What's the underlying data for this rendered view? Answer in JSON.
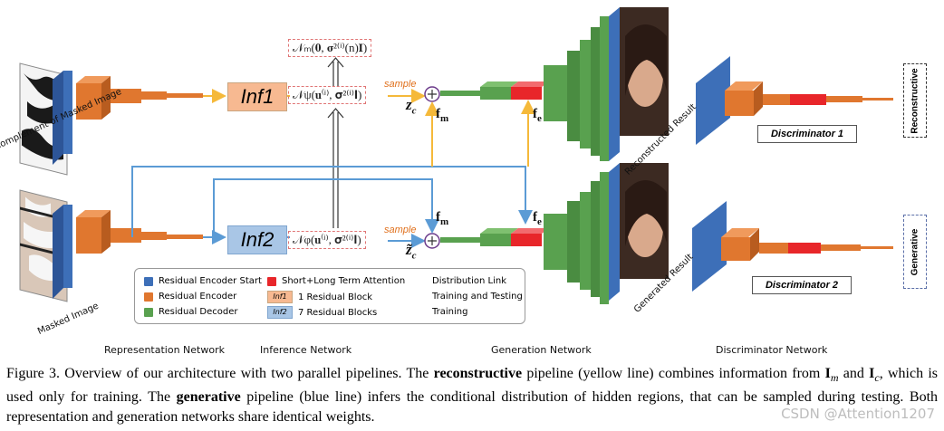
{
  "infer": {
    "inf1": "Inf1",
    "inf2": "Inf2",
    "dist_top": "𝒩ₘ(𝟎, 𝛔²⁽ⁱ⁾(n)𝐈)",
    "dist_recon": "𝒩ψ(𝐮⁽ⁱ⁾, 𝛔²⁽ⁱ⁾𝐈)",
    "dist_gen": "𝒩φ(𝐮⁽ⁱ⁾, 𝛔²⁽ⁱ⁾𝐈)",
    "sample": "sample"
  },
  "symbols": {
    "zc": "z",
    "zc_sub": "c",
    "zc_tilde": "z̃",
    "fm": "f",
    "fm_sub": "m",
    "fe": "f",
    "fe_sub": "e"
  },
  "images": {
    "complement": "Complement of Masked Image",
    "masked": "Masked Image",
    "reconstructed": "Reconstructed Result",
    "generated": "Generated Result"
  },
  "discriminators": {
    "d1": "Discriminator 1",
    "d2": "Discriminator 2",
    "reconstructive": "Reconstructive",
    "generative": "Generative"
  },
  "legend": {
    "res_enc_start": "Residual Encoder Start",
    "res_enc": "Residual Encoder",
    "res_dec": "Residual Decoder",
    "attention": "Short+Long Term Attention",
    "inf1_tag": "Inf1",
    "inf1_desc": "1 Residual Block",
    "inf2_tag": "Inf2",
    "inf2_desc": "7 Residual Blocks",
    "dist_link": "Distribution Link",
    "train_test": "Training and Testing",
    "training": "Training"
  },
  "sections": {
    "rep": "Representation Network",
    "inf": "Inference Network",
    "gen": "Generation Network",
    "disc": "Discriminator Network"
  },
  "caption": {
    "p1": "Figure 3. Overview of our architecture with two parallel pipelines. The ",
    "b1": "reconstructive",
    "p2": " pipeline (yellow line) combines information from ",
    "Im": "I",
    "Im_sub": "m",
    "p3": " and ",
    "Ic": "I",
    "Ic_sub": "c",
    "p4": ", which is used only for training. The ",
    "b2": "generative",
    "p5": " pipeline (blue line) infers the conditional distribution of hidden regions, that can be sampled during testing. Both representation and generation networks share identical weights."
  },
  "watermark": "CSDN @Attention1207",
  "colors": {
    "encoder_start": "#3d6fb8",
    "encoder": "#e0772f",
    "decoder": "#59a14f",
    "attention": "#e8262a",
    "inf1_fill": "#f7b991",
    "inf2_fill": "#a9c6e6",
    "blue_line": "#5b9bd5",
    "yellow_line": "#f5b93a"
  }
}
